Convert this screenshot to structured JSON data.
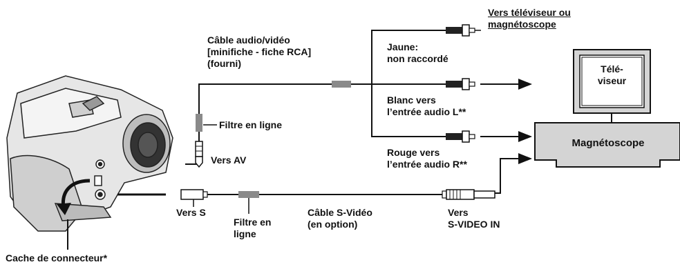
{
  "labels": {
    "av_cable_line1": "Câble audio/vidéo",
    "av_cable_line2": "[minifiche - fiche RCA]",
    "av_cable_line3": "(fourni)",
    "inline_filter_top": "Filtre en ligne",
    "to_av": "Vers AV",
    "yellow_line1": "Jaune:",
    "yellow_line2": "non raccordé",
    "white_line1": "Blanc vers",
    "white_line2": "l’entrée audio L**",
    "red_line1": "Rouge vers",
    "red_line2": "l’entrée audio R**",
    "to_tv_line1": "Vers téléviseur ou",
    "to_tv_line2": "magnétoscope",
    "tv_line1": "Télé-",
    "tv_line2": "viseur",
    "vcr": "Magnétoscope",
    "to_s": "Vers S",
    "inline_filter_bottom_line1": "Filtre en",
    "inline_filter_bottom_line2": "ligne",
    "svideo_cable_line1": "Câble S-Vidéo",
    "svideo_cable_line2": "(en option)",
    "to_svideo_line1": "Vers",
    "to_svideo_line2": "S-VIDEO IN",
    "connector_cover": "Cache de connecteur*"
  },
  "colors": {
    "line": "#111111",
    "device_gray": "#d4d4d4",
    "filter_gray": "#8a8a8a",
    "camera_body": "#e6e6e6"
  }
}
